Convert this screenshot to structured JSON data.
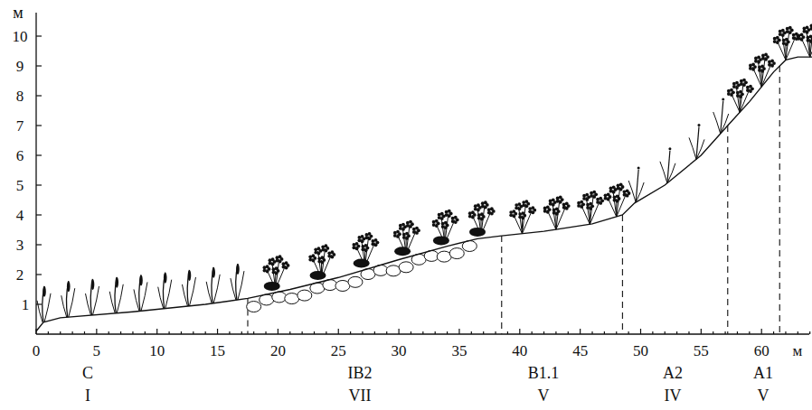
{
  "diagram": {
    "labels": [
      "м",
      "10",
      "9",
      "8",
      "7",
      "6",
      "5",
      "4",
      "3",
      "2",
      "1",
      "0",
      "5",
      "10",
      "15",
      "20",
      "25",
      "30",
      "35",
      "40",
      "45",
      "50",
      "55",
      "60",
      "м",
      "C",
      "IB2",
      "B1.1",
      "A2",
      "A1",
      "I",
      "VII",
      "V",
      "IV",
      "V"
    ]
  }
}
